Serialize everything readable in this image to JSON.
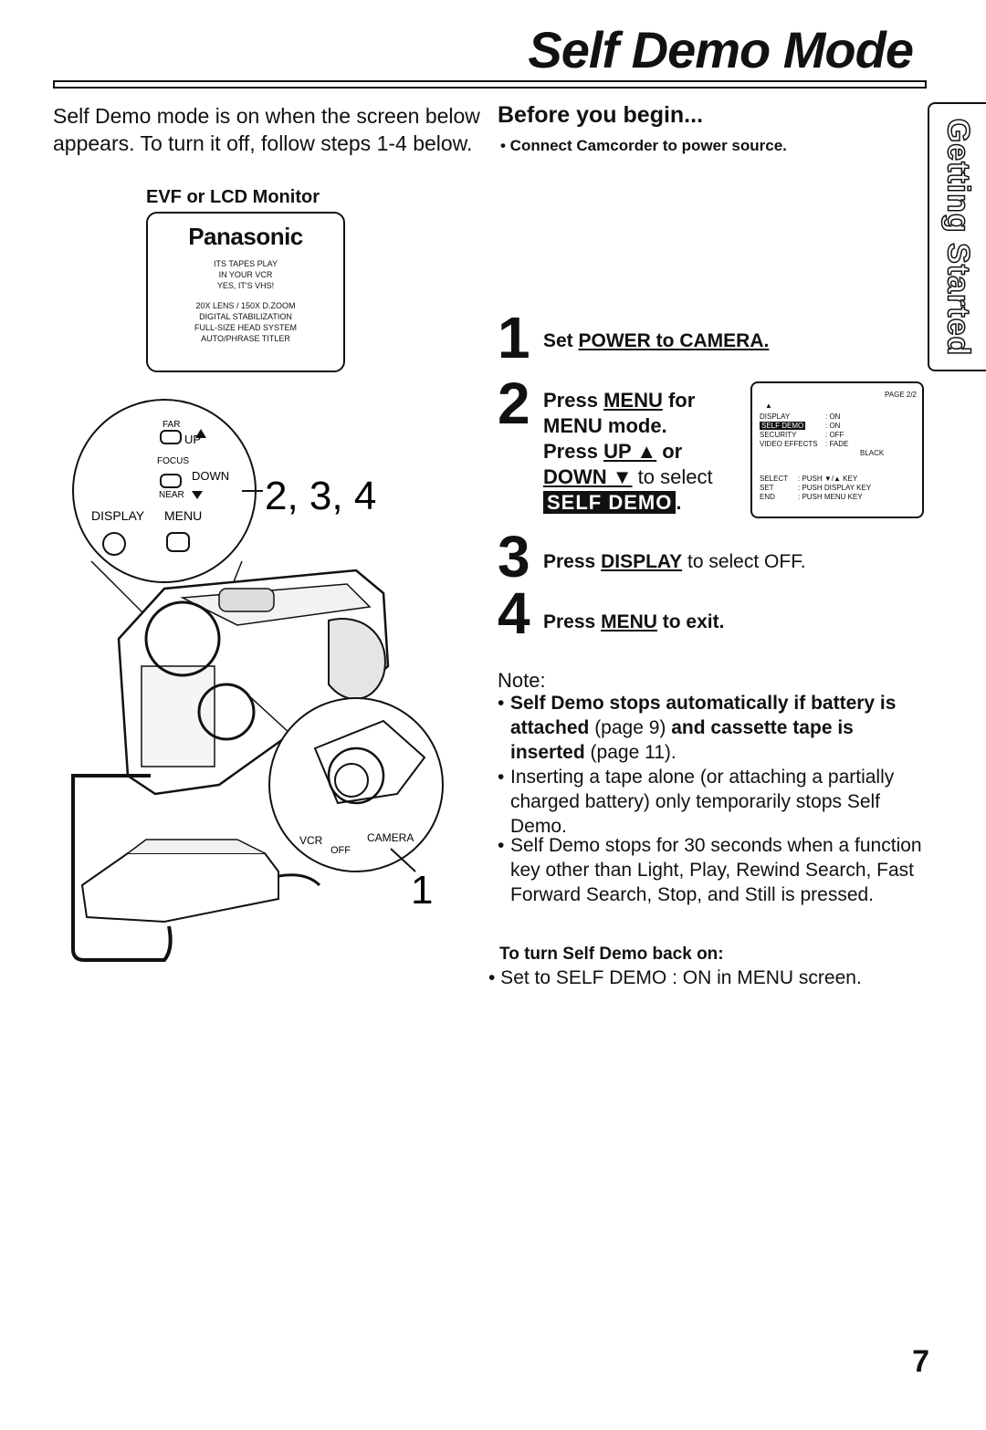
{
  "title": "Self Demo Mode",
  "intro": "Self Demo mode is on when the screen below appears. To turn it off, follow steps 1-4 below.",
  "evf_label": "EVF or LCD Monitor",
  "demo_screen": {
    "brand": "Panasonic",
    "lines_a": [
      "ITS TAPES PLAY",
      "IN YOUR VCR",
      "YES, IT'S VHS!"
    ],
    "lines_b": [
      "20x LENS / 150x D.ZOOM",
      "DIGITAL STABILIZATION",
      "FULL-SIZE HEAD SYSTEM",
      "AUTO/PHRASE TITLER"
    ]
  },
  "before": {
    "heading": "Before you begin...",
    "note": "• Connect Camcorder to power source."
  },
  "side_tab": "Getting Started",
  "steps": {
    "s1": {
      "num": "1",
      "pre": "Set ",
      "link": "POWER to CAMERA."
    },
    "s2": {
      "num": "2",
      "a": "Press ",
      "menu": "MENU",
      "b": " for",
      "c": "MENU mode.",
      "d": "Press ",
      "up": "UP ▲",
      "e": " or",
      "down": "DOWN ▼",
      "f": " to select",
      "select": "SELF DEMO",
      "g": "."
    },
    "s3": {
      "num": "3",
      "pre": "Press ",
      "link": "DISPLAY",
      "post": " to select OFF."
    },
    "s4": {
      "num": "4",
      "pre": "Press ",
      "link": "MENU",
      "post": " to exit."
    }
  },
  "menu_screen": {
    "page": "PAGE 2/2",
    "rows": [
      {
        "k": "DISPLAY",
        "v": ": ON"
      },
      {
        "k": "SELF DEMO",
        "v": ": ON"
      },
      {
        "k": "SECURITY",
        "v": ": OFF"
      },
      {
        "k": "VIDEO EFFECTS",
        "v": ": FADE"
      },
      {
        "k": "",
        "v": "BLACK"
      }
    ],
    "help": [
      {
        "k": "SELECT",
        "v": ": PUSH ▼/▲ KEY"
      },
      {
        "k": "SET",
        "v": ": PUSH DISPLAY KEY"
      },
      {
        "k": "END",
        "v": ": PUSH MENU KEY"
      }
    ]
  },
  "illustration": {
    "focus_labels": {
      "far": "FAR",
      "up": "UP",
      "focus": "FOCUS",
      "down": "DOWN",
      "near": "NEAR"
    },
    "display": "DISPLAY",
    "menu": "MENU",
    "callout_234": "2, 3, 4",
    "switch_labels": {
      "vcr": "VCR",
      "off": "OFF",
      "camera": "CAMERA"
    },
    "callout_1": "1"
  },
  "note": {
    "heading": "Note:",
    "b1_bold1": "Self Demo stops automatically if battery is attached",
    "b1_normal1": " (page 9) ",
    "b1_bold2": "and cassette tape is inserted",
    "b1_normal2": " (page 11).",
    "b2": "Inserting a tape alone (or attaching a partially charged battery) only temporarily stops Self Demo.",
    "b3": "Self Demo stops for 30 seconds when a function key other than Light, Play, Rewind Search, Fast Forward Search, Stop, and Still is pressed."
  },
  "turn_on": {
    "heading": "To turn Self Demo back on:",
    "text": "• Set to SELF DEMO : ON in MENU screen."
  },
  "page_number": "7"
}
